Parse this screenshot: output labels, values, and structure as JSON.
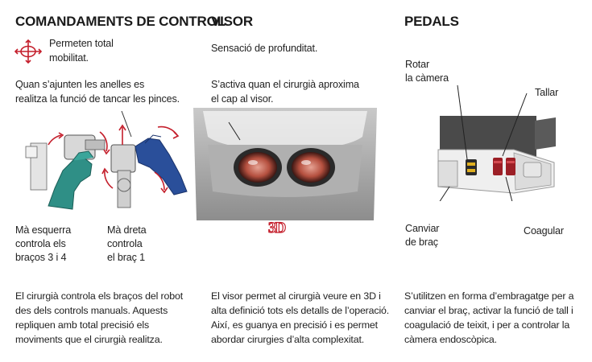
{
  "columns": {
    "controls": {
      "title": "COMANDAMENTS DE CONTROL",
      "mobility_line1": "Permeten total",
      "mobility_line2": "mobilitat.",
      "rings_line1": "Quan s’ajunten les anelles es",
      "rings_line2": "realitza la funció de tancar les pinces.",
      "left_hand_line1": "Mà esquerra",
      "left_hand_line2": "controla els",
      "left_hand_line3": "braços 3 i 4",
      "right_hand_line1": "Mà dreta",
      "right_hand_line2": "controla",
      "right_hand_line3": "el braç 1",
      "desc_line1": "El cirurgià controla els braços del robot",
      "desc_line2": "des dels controls manuals. Aquests",
      "desc_line3": "repliquen amb total precisió els",
      "desc_line4": "moviments que el cirurgià realitza."
    },
    "viewer": {
      "title": "VISOR",
      "depth": "Sensació de profunditat.",
      "activate_line1": "S’activa quan el cirurgià aproxima",
      "activate_line2": "el cap al visor.",
      "badge_3d": "3D",
      "desc_line1": "El visor permet al cirurgià veure en 3D i",
      "desc_line2": "alta definició tots els detalls de l’operació.",
      "desc_line3": "Així, es guanya en precisió i es permet",
      "desc_line4": "abordar cirurgies d’alta complexitat."
    },
    "pedals": {
      "title": "PEDALS",
      "rotate_line1": "Rotar",
      "rotate_line2": "la càmera",
      "cut": "Tallar",
      "switch_line1": "Canviar",
      "switch_line2": "de braç",
      "coagulate": "Coagular",
      "desc_line1": "S’utilitzen en forma d’embragatge per a",
      "desc_line2": "canviar el braç, activar la funció de tall i",
      "desc_line3": "coagulació de teixit, i per a controlar la",
      "desc_line4": "càmera endoscòpica."
    }
  },
  "icons": {
    "mobility": "move-cross-icon"
  },
  "colors": {
    "accent_red": "#c41e2b",
    "glove_green": "#2f8f86",
    "glove_blue": "#2a4f9a"
  }
}
